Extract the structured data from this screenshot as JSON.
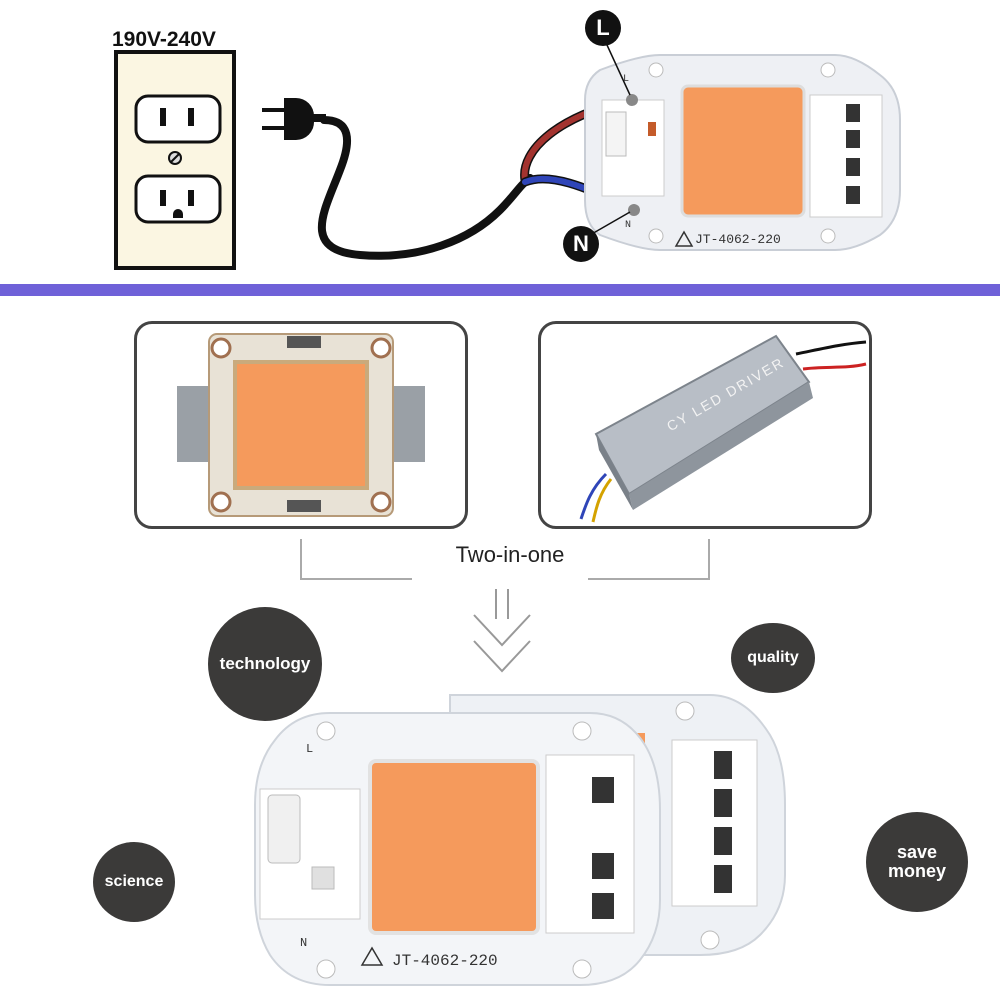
{
  "top": {
    "voltage_label": "190V-240V",
    "pin_l": "L",
    "pin_n": "N",
    "board_small_l": "L",
    "board_small_n": "N",
    "board_model": "JT-4062-220"
  },
  "middle": {
    "driver_text": "CY LED DRIVER",
    "caption": "Two-in-one"
  },
  "bottom": {
    "badges": [
      "technology",
      "quality",
      "science",
      "save money"
    ],
    "board_l": "L",
    "board_n": "N",
    "board_model": "JT-4062-220"
  },
  "colors": {
    "divider": "#6f61d8",
    "led_orange": "#f59a5c",
    "badge_bg": "#3b3a39",
    "wire_red": "#a3332f",
    "wire_blue": "#2f45b8"
  }
}
